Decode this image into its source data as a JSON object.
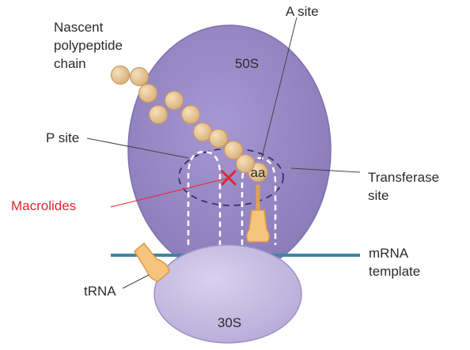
{
  "diagram": {
    "subunits": {
      "large": "50S",
      "small": "30S"
    },
    "labels": {
      "nascent_chain": [
        "Nascent",
        "polypeptide",
        "chain"
      ],
      "a_site": "A site",
      "p_site": "P site",
      "macrolides": "Macrolides",
      "transferase_site": [
        "Transferase",
        "site"
      ],
      "mrna_template": [
        "mRNA",
        "template"
      ],
      "trna": "tRNA",
      "amino_acid": "aa"
    },
    "colors": {
      "ribosome_large": "#9b8cc6",
      "ribosome_small": "#c6bde2",
      "bead": "#e8c79a",
      "trna": "#f6c47c",
      "mrna": "#3f86a3",
      "inhibitor": "#e0262c"
    }
  }
}
